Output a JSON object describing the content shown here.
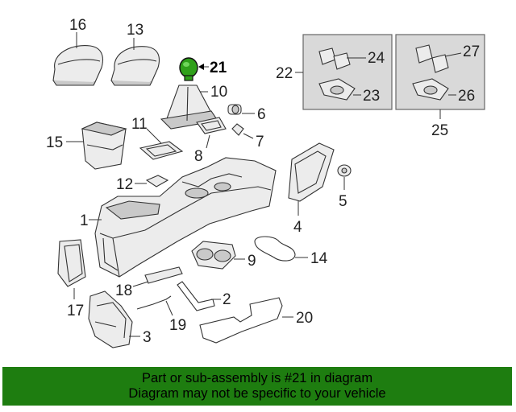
{
  "callouts": {
    "c1": "1",
    "c2": "2",
    "c3": "3",
    "c4": "4",
    "c5": "5",
    "c6": "6",
    "c7": "7",
    "c8": "8",
    "c9": "9",
    "c10": "10",
    "c11": "11",
    "c12": "12",
    "c13": "13",
    "c14": "14",
    "c15": "15",
    "c16": "16",
    "c17": "17",
    "c18": "18",
    "c19": "19",
    "c20": "20",
    "c21": "21",
    "c22": "22",
    "c23": "23",
    "c24": "24",
    "c25": "25",
    "c26": "26",
    "c27": "27"
  },
  "highlight": {
    "part": "21",
    "color": "#2fa01a"
  },
  "footer": {
    "line1": "Part or sub-assembly is #21 in diagram",
    "line2": "Diagram may not be specific to your vehicle",
    "background": "#1e7d10"
  }
}
